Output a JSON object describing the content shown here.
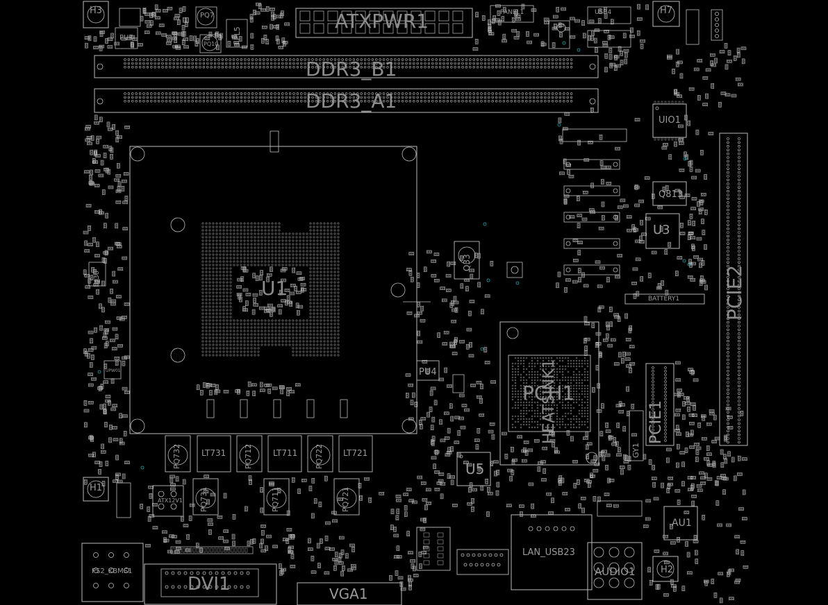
{
  "board": {
    "background": "#000000",
    "outline_color": "#bdbdbd",
    "label_color": "#9a9a9a",
    "via_color": "#2aa7b3"
  },
  "components": {
    "atxpwr1": "ATXPWR1",
    "ddr3_b1": "DDR3_B1",
    "ddr3_a1": "DDR3_A1",
    "u1": "U1",
    "uio1": "UIO1",
    "pcie2": "PCIE2",
    "u3": "U3",
    "q813": "Q813",
    "battery1": "BATTERY1",
    "pch1": "PCH1",
    "heatsink": "HEATSINK1",
    "u5": "U5",
    "pu4": "PU4",
    "pcie1": "PCIE1",
    "gy1": "GY1",
    "au1": "AU1",
    "audio1": "AUDIO1",
    "lan_usb23": "LAN_USB23",
    "ps2": "PS2_KBMS1",
    "dvi1": "DVI1",
    "vga1": "VGA1",
    "lt731": "LT731",
    "lt711": "LT711",
    "lt721": "LT721",
    "pq732": "PQ732",
    "pq712": "PQ712",
    "pq722": "PQ722",
    "pq731": "PQ731",
    "pq711": "PQ711",
    "pq721": "PQ721",
    "atx12v1": "ATX12V1",
    "h3": "H3",
    "h7": "H7",
    "h1": "H1",
    "h2": "H2",
    "pu7": "PU7",
    "pq7": "PQ7",
    "pl5": "PL5",
    "pq10": "PQ10",
    "panel1": "PANEL1",
    "usb4": "USB4",
    "q33": "Q33",
    "u30": "U30",
    "upw1": "UPW01",
    "au1_small": "AUDIO1"
  }
}
